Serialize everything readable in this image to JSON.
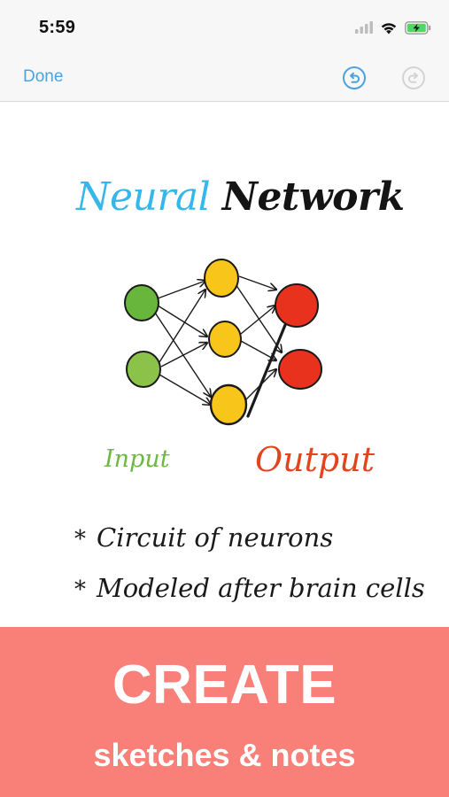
{
  "status_bar": {
    "time": "5:59",
    "icons": [
      "cellular-signal-icon",
      "wifi-icon",
      "battery-charging-icon"
    ],
    "battery_color": "#4cd964"
  },
  "toolbar": {
    "done_label": "Done",
    "undo_icon": "undo-icon",
    "redo_icon": "redo-icon",
    "accent_color": "#4aa3df"
  },
  "sketch": {
    "title_word_1": "Neural",
    "title_word_2": "Network",
    "input_label": "Input",
    "output_label": "Output",
    "bullets": [
      {
        "marker": "*",
        "text": "Circuit of neurons"
      },
      {
        "marker": "*",
        "text": "Modeled after brain cells"
      }
    ],
    "colors": {
      "title_blue": "#35b7ea",
      "input_green": "#6db840",
      "hidden_yellow": "#f8c51b",
      "output_red": "#e8321d"
    }
  },
  "banner": {
    "title": "CREATE",
    "subtitle": "sketches & notes",
    "background": "#f97f79"
  }
}
